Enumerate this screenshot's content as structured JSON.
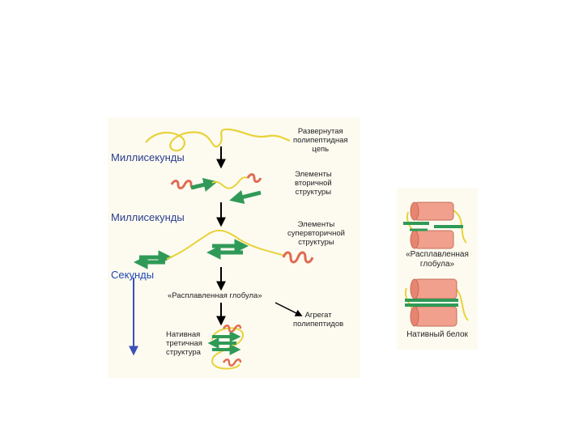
{
  "stages": {
    "ms1": "Миллисекунды",
    "ms2": "Миллисекунды",
    "sec": "Секунды"
  },
  "notes": {
    "unfolded": "Развернутая\nполипептидная\nцепь",
    "secondary": "Элементы\nвторичной\nструктуры",
    "supersecondary": "Элементы\nсупервторичной\nструктуры",
    "molten_globule": "«Расплавленная глобула»",
    "aggregate": "Агрегат\nполипептидов",
    "native_tertiary": "Нативная\nтретичная\nструктура"
  },
  "side": {
    "molten_globule": "«Расплавленная\nглобула»",
    "native_protein": "Нативный белок"
  },
  "colors": {
    "chain": "#e8d23a",
    "helix": "#e06a52",
    "strand": "#2f9a57",
    "cylinder": "#f2a08e",
    "arrow": "#000000",
    "time_arrow": "#3a4fb8",
    "stage_text": "#2a3d8f"
  }
}
